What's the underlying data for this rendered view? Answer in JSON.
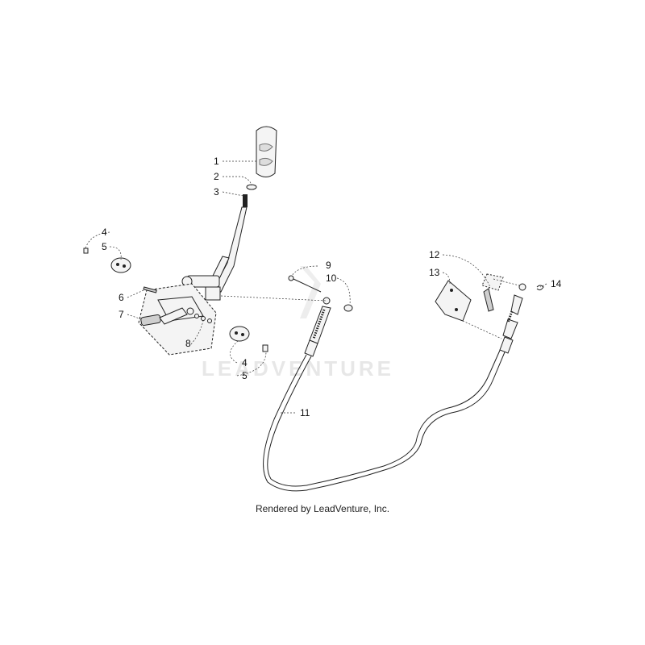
{
  "watermark": {
    "text": "LEADVENTURE"
  },
  "credit": "Rendered by LeadVenture, Inc.",
  "callouts": [
    {
      "id": "c1",
      "label": "1"
    },
    {
      "id": "c2",
      "label": "2"
    },
    {
      "id": "c3",
      "label": "3"
    },
    {
      "id": "c4a",
      "label": "4"
    },
    {
      "id": "c5a",
      "label": "5"
    },
    {
      "id": "c6",
      "label": "6"
    },
    {
      "id": "c7",
      "label": "7"
    },
    {
      "id": "c8",
      "label": "8"
    },
    {
      "id": "c4b",
      "label": "4"
    },
    {
      "id": "c5b",
      "label": "5"
    },
    {
      "id": "c9",
      "label": "9"
    },
    {
      "id": "c10",
      "label": "10"
    },
    {
      "id": "c11",
      "label": "11"
    },
    {
      "id": "c12",
      "label": "12"
    },
    {
      "id": "c13",
      "label": "13"
    },
    {
      "id": "c14",
      "label": "14"
    }
  ]
}
